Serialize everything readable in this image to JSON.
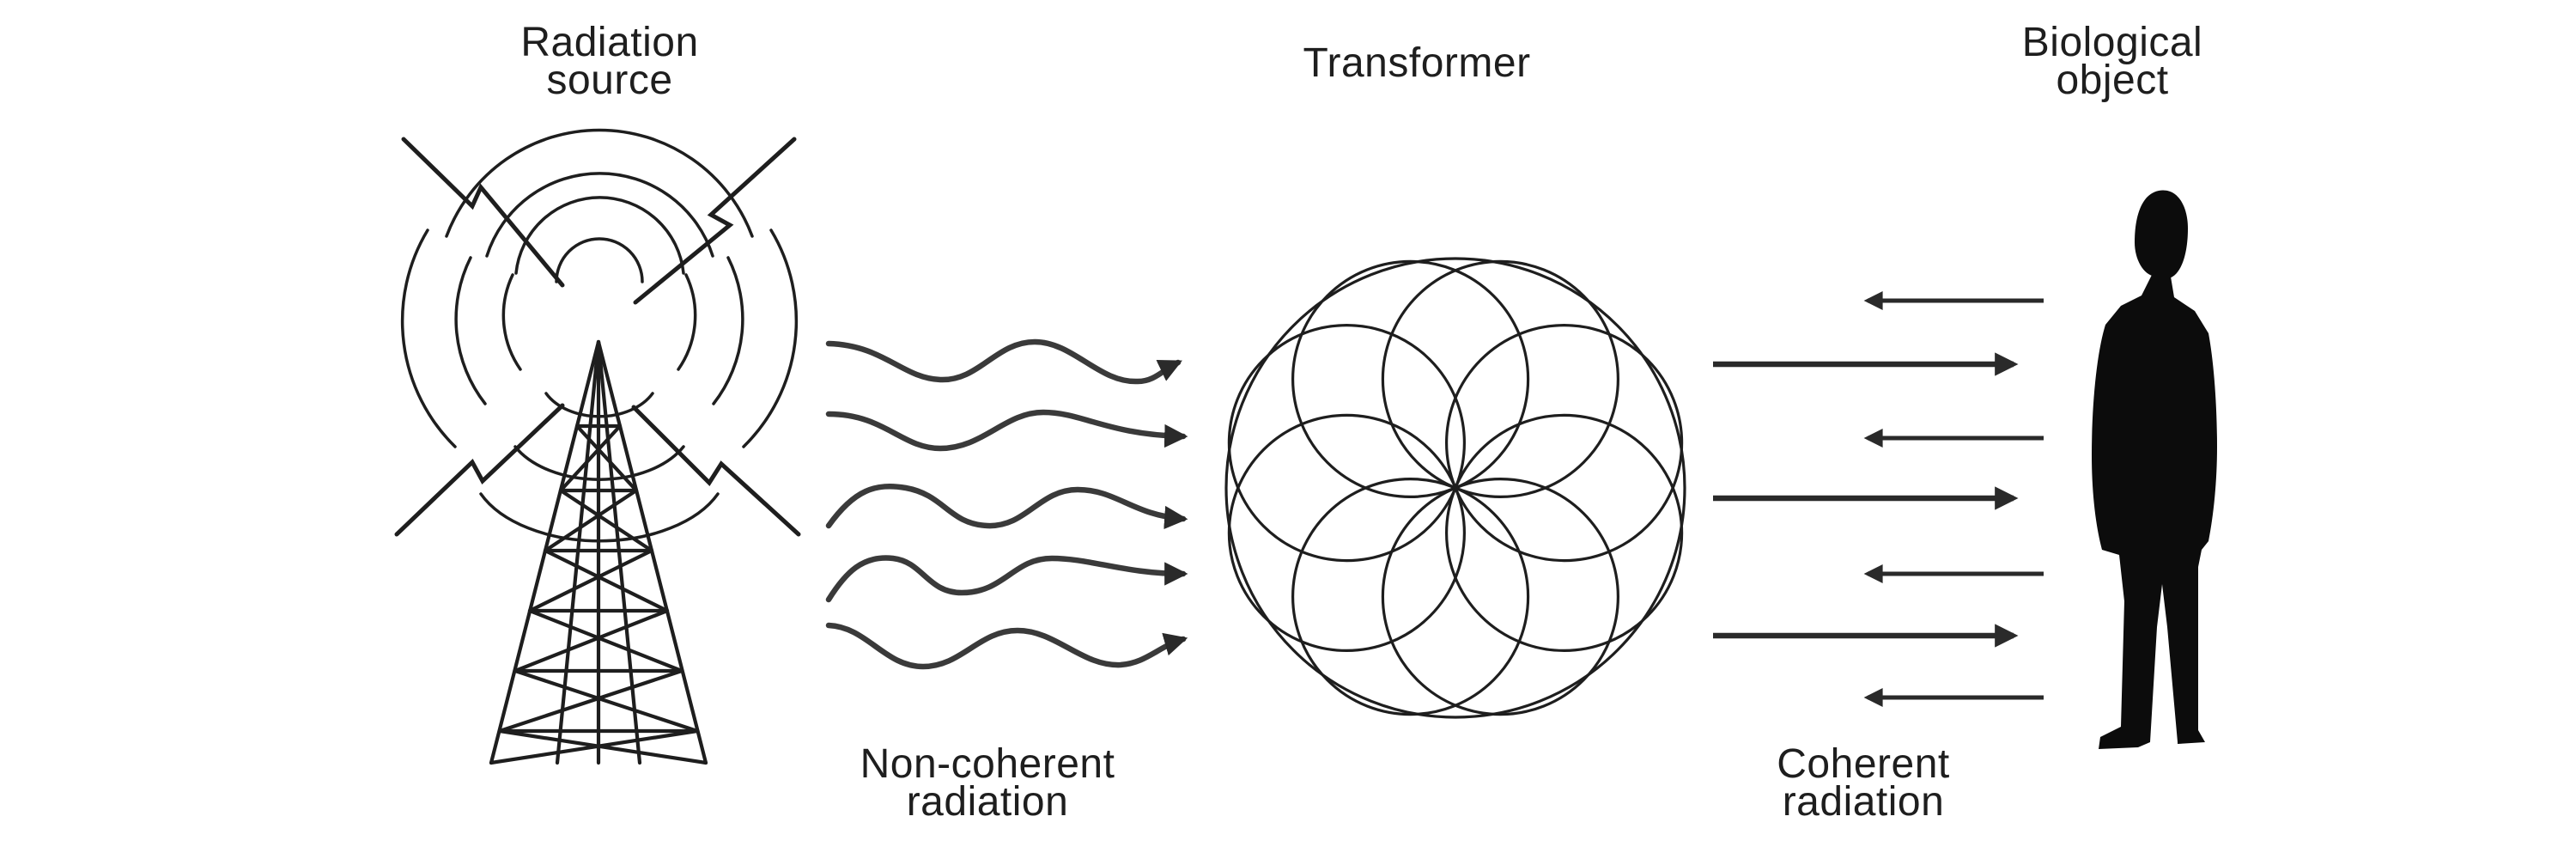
{
  "labels": {
    "radiation_source": [
      "Radiation",
      "source"
    ],
    "transformer": "Transformer",
    "biological_object": [
      "Biological",
      "object"
    ],
    "non_coherent_radiation": [
      "Non-coherent",
      "radiation"
    ],
    "coherent_radiation": [
      "Coherent",
      "radiation"
    ]
  },
  "colors": {
    "ink": "#1e1e1e",
    "wave": "#3a3a3a",
    "background": "#ffffff"
  },
  "icons": {
    "source": "radio-tower-icon",
    "transformer": "flower-of-life-icon",
    "object": "human-silhouette-icon"
  }
}
